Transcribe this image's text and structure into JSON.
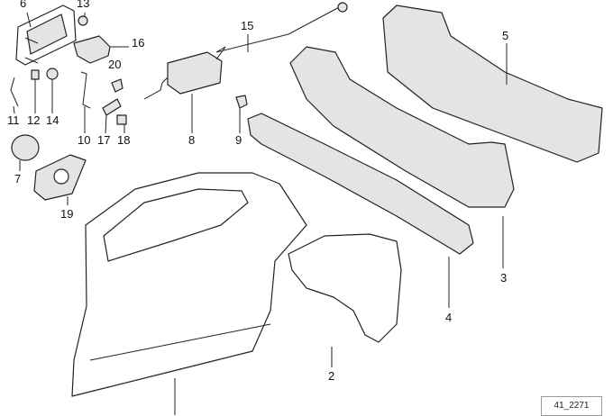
{
  "diagram": {
    "labels": {
      "p2": "2",
      "p3": "3",
      "p4": "4",
      "p5": "5",
      "p6": "6",
      "p7": "7",
      "p8": "8",
      "p9": "9",
      "p10": "10",
      "p11": "11",
      "p12": "12",
      "p13": "13",
      "p14": "14",
      "p15": "15",
      "p16": "16",
      "p17": "17",
      "p18": "18",
      "p19": "19",
      "p20": "20"
    },
    "diagram_id": "41_2271"
  }
}
